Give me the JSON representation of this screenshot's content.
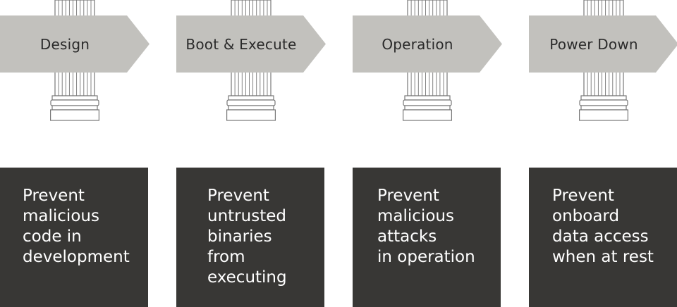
{
  "colors": {
    "arrow_fill": "#c2c1bd",
    "pillar_stroke": "#777777",
    "box_fill": "#383735",
    "box_text": "#ffffff"
  },
  "stages": [
    {
      "label": "Design",
      "icon": "pillar-icon",
      "lines": [
        "Prevent",
        "malicious",
        "code in",
        "development"
      ]
    },
    {
      "label": "Boot & Execute",
      "icon": "pillar-icon",
      "lines": [
        "Prevent",
        "untrusted",
        "binaries",
        "from",
        "executing"
      ]
    },
    {
      "label": "Operation",
      "icon": "pillar-icon",
      "lines": [
        "Prevent",
        "malicious",
        "attacks",
        "in operation"
      ]
    },
    {
      "label": "Power Down",
      "icon": "pillar-icon",
      "lines": [
        "Prevent",
        "onboard",
        "data access",
        "when at rest"
      ]
    }
  ]
}
